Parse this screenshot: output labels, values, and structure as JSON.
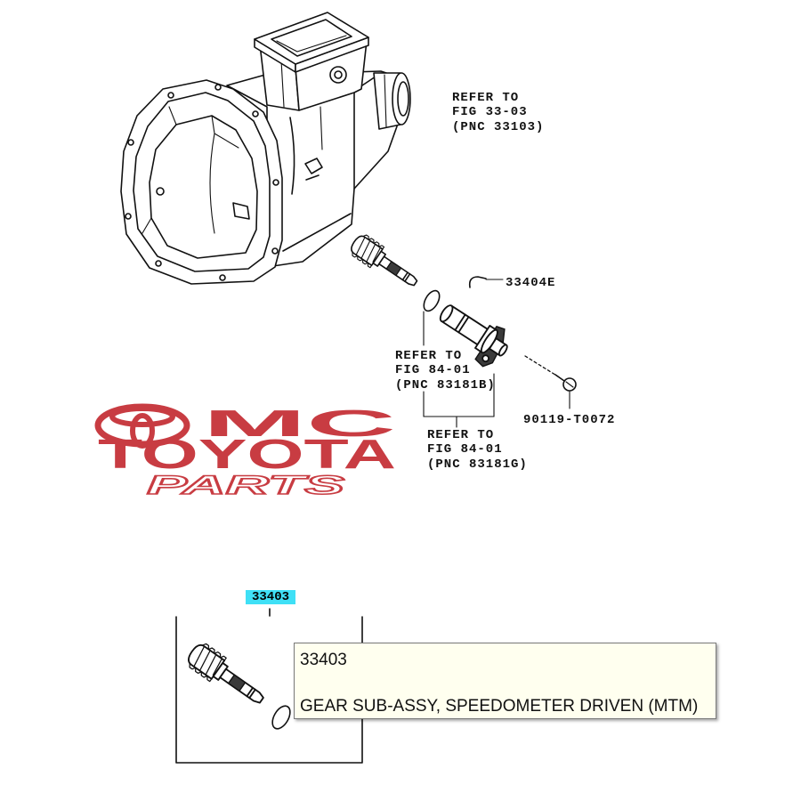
{
  "figure": {
    "refer_fig_33_03": {
      "line1": "REFER TO",
      "line2": "FIG 33-03",
      "line3": "(PNC 33103)"
    },
    "refer_fig_84_01_a": {
      "line1": "REFER TO",
      "line2": "FIG 84-01",
      "line3": "(PNC 83181B)"
    },
    "refer_fig_84_01_b": {
      "line1": "REFER TO",
      "line2": "FIG 84-01",
      "line3": "(PNC 83181G)"
    },
    "callouts": {
      "clip": "33404E",
      "bolt": "90119-T0072"
    }
  },
  "detail": {
    "highlighted_part": "33403"
  },
  "watermark": {
    "mc": "MC",
    "toyota": "TOYOTA",
    "parts": "PARTS"
  },
  "tooltip": {
    "part_number": "33403",
    "description": "GEAR SUB-ASSY, SPEEDOMETER DRIVEN (MTM)"
  },
  "colors": {
    "line": "#111111",
    "watermark_red": "#c83c42",
    "highlight": "#3fe0f6",
    "tooltip_background": "#ffffef",
    "tooltip_border": "#7a7a7a"
  }
}
